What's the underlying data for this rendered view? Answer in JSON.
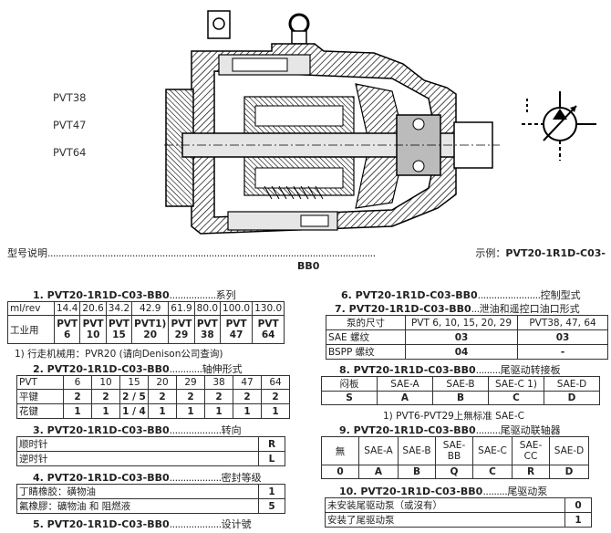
{
  "models": [
    "PVT38",
    "PVT47",
    "PVT64"
  ],
  "header": {
    "left": "型号说明",
    "right_prefix": "示例：",
    "example": "PVT20-1R1D-C03-",
    "example_cont": "BB0"
  },
  "s1": {
    "title_num": "1. PVT20-1R1D-C03-BB0",
    "title_name": "系列",
    "row1_label": "ml/rev",
    "row1": [
      "14.4",
      "20.6",
      "34.2",
      "42.9",
      "61.9",
      "80.0",
      "100.0",
      "130.0"
    ],
    "row2_label": "工业用",
    "row2_top": [
      "PVT",
      "PVT",
      "PVT",
      "PVT1)",
      "PVT",
      "PVT",
      "PVT",
      "PVT"
    ],
    "row2_bot": [
      "6",
      "10",
      "15",
      "20",
      "29",
      "38",
      "47",
      "64"
    ],
    "note": "1) 行走机械用：PVR20 (请向Denison公司查询)"
  },
  "s2": {
    "title_num": "2. PVT20-1R1D-C03-BB0",
    "title_name": "轴伸形式",
    "hdr_label": "PVT",
    "hdr": [
      "6",
      "10",
      "15",
      "20",
      "29",
      "38",
      "47",
      "64"
    ],
    "r1_label": "平键",
    "r1": [
      "2",
      "2",
      "2 / 5",
      "2",
      "2",
      "2",
      "2",
      "2"
    ],
    "r2_label": "花键",
    "r2": [
      "1",
      "1",
      "1 / 4",
      "1",
      "1",
      "1",
      "1",
      "1"
    ]
  },
  "s3": {
    "title_num": "3. PVT20-1R1D-C03-BB0",
    "title_name": "转向",
    "rows": [
      {
        "label": "顺时针",
        "code": "R"
      },
      {
        "label": "逆时针",
        "code": "L"
      }
    ]
  },
  "s4": {
    "title_num": "4. PVT20-1R1D-C03-BB0",
    "title_name": "密封等级",
    "rows": [
      {
        "label": "丁睛橡胶：磺物油",
        "code": "1"
      },
      {
        "label": "氟橡膠：礦物油 和 阻燃液",
        "code": "5"
      }
    ]
  },
  "s5": {
    "title_num": "5. PVT20-1R1D-C03-BB0",
    "title_name": "设计號"
  },
  "s6": {
    "title_num": "6. PVT20-1R1D-C03-BB0",
    "title_name": "控制型式"
  },
  "s7": {
    "title_num": "7. PVT20-1R1D-C03-BB0",
    "title_name": "泄油和遥控口油口形式",
    "hdr": [
      "泵的尺寸",
      "PVT 6, 10, 15, 20, 29",
      "PVT38, 47, 64"
    ],
    "rows": [
      {
        "label": "SAE 螺纹",
        "a": "03",
        "b": "03"
      },
      {
        "label": "BSPP 螺纹",
        "a": "04",
        "b": "-"
      }
    ]
  },
  "s8": {
    "title_num": "8. PVT20-1R1D-C03-BB0",
    "title_name": "尾驱动转接板",
    "hdr": [
      "闷板",
      "SAE-A",
      "SAE-B",
      "SAE-C 1)",
      "SAE-D"
    ],
    "codes": [
      "S",
      "A",
      "B",
      "C",
      "D"
    ],
    "note": "1) PVT6-PVT29上無标准 SAE-C"
  },
  "s9": {
    "title_num": "9. PVT20-1R1D-C03-BB0",
    "title_name": "尾驱动联轴器",
    "hdr": [
      "無",
      "SAE-A",
      "SAE-B",
      "SAE-\nBB",
      "SAE-C",
      "SAE-\nCC",
      "SAE-D"
    ],
    "codes": [
      "0",
      "A",
      "B",
      "Q",
      "C",
      "R",
      "D"
    ]
  },
  "s10": {
    "title_num": "10. PVT20-1R1D-C03-BB0",
    "title_name": "尾驱动泵",
    "rows": [
      {
        "label": "未安装尾驱动泵（或沒有）",
        "code": "0"
      },
      {
        "label": "安装了尾驱动泵",
        "code": "1"
      }
    ]
  },
  "colors": {
    "hatch": "#000",
    "fill_gray": "#bbb",
    "fill_light": "#e6e6e6"
  }
}
